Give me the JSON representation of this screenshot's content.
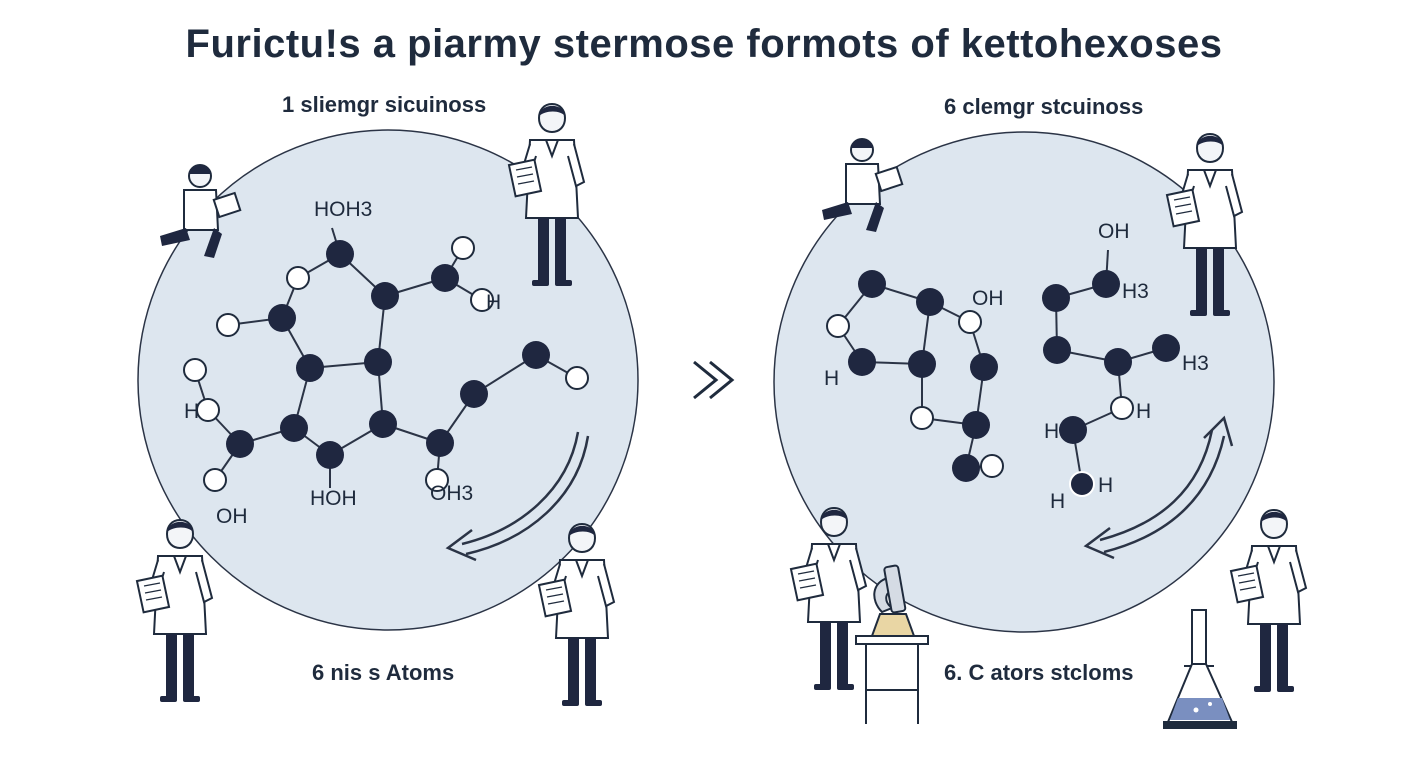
{
  "title": "Furictu!s a piarmy stermose formots of kettohexoses",
  "colors": {
    "circle_fill": "#dde6ef",
    "circle_stroke": "#2b3446",
    "atom_dark": "#1f2740",
    "ink": "#1f2b3d"
  },
  "left_panel": {
    "top_label": "1 sliemgr sicuinoss",
    "bottom_label": "6 nis s Atoms",
    "atom_labels": [
      "HOH3",
      "H",
      "H",
      "OH",
      "HOH",
      "OH3"
    ]
  },
  "right_panel": {
    "top_label": "6 clemgr stcuinoss",
    "bottom_label": "6. C ators stcloms",
    "atom_labels": [
      "OH",
      "OH",
      "H3",
      "H",
      "H3",
      "H",
      "H",
      "H",
      "H"
    ]
  },
  "icons": [
    "transform-arrow-icon",
    "scientist-icon",
    "microscope-icon",
    "flask-icon",
    "cycle-arrow-icon"
  ]
}
